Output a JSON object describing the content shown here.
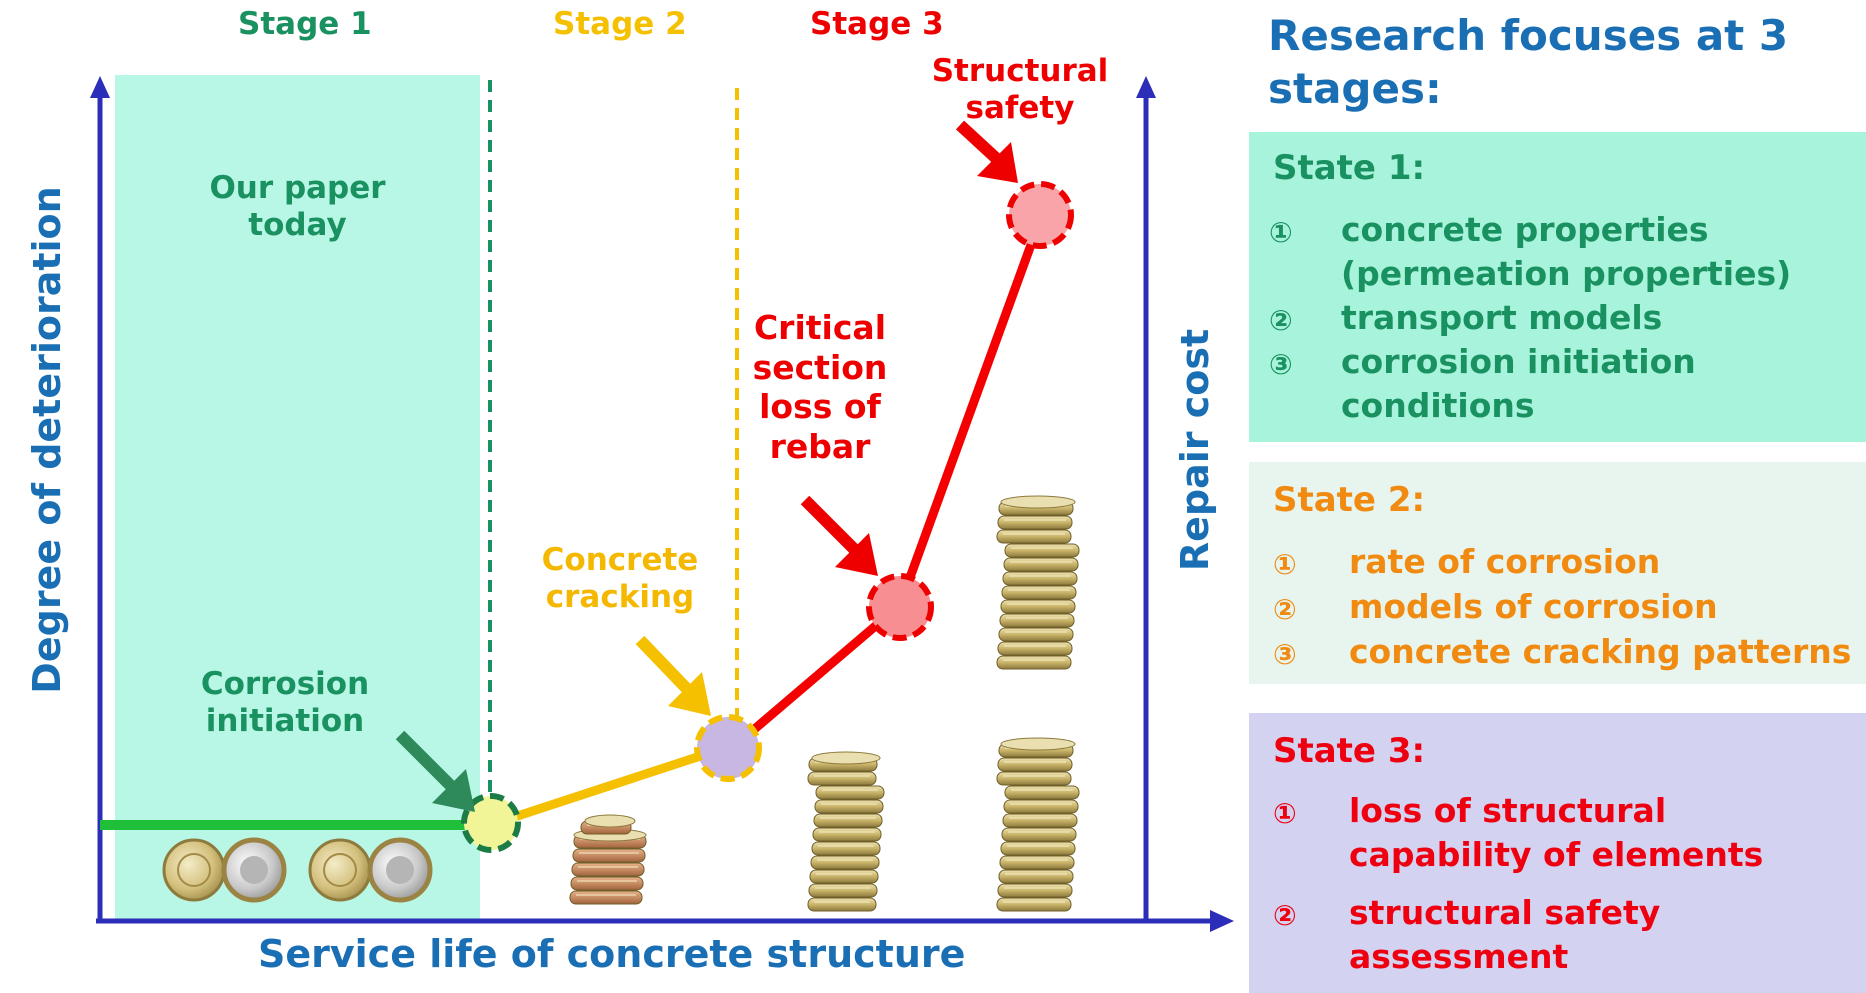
{
  "colors": {
    "axis": "#2c2db8",
    "stage1": "#1a9160",
    "stage2": "#f5c000",
    "stage3": "#ef0000",
    "stage1_fill": "#b8f7e6",
    "curve_green": "#1fbf3a",
    "curve_orange": "#f5c000",
    "curve_red": "#f40000",
    "title_blue": "#1a6fb4",
    "panel1_bg": "#a8f3dc",
    "panel2_bg": "#e8f5ee",
    "panel3_bg": "#d3d2f0",
    "state2_text": "#f08a10",
    "state3_text": "#ee0011"
  },
  "stages": [
    "Stage 1",
    "Stage 2",
    "Stage 3"
  ],
  "region1_label": [
    "Our paper",
    "today"
  ],
  "axes": {
    "x_label": "Service life of concrete structure",
    "y_left_label": "Degree of deterioration",
    "y_right_label": "Repair cost"
  },
  "milestones": {
    "corrosion_initiation": [
      "Corrosion",
      "initiation"
    ],
    "concrete_cracking": [
      "Concrete",
      "cracking"
    ],
    "critical_section": [
      "Critical",
      "section",
      "loss of",
      "rebar"
    ],
    "structural_safety": [
      "Structural",
      "safety"
    ]
  },
  "coin_icons": [
    "coin-pair-icon",
    "coin-pair-icon",
    "coin-stack-icon",
    "coin-stack-icon",
    "coin-stack-icon",
    "coin-stack-icon"
  ],
  "panel": {
    "title": [
      "Research focuses at 3",
      "stages:"
    ],
    "state1": {
      "title": "State 1:",
      "items": [
        {
          "num": "①",
          "lines": [
            "concrete properties",
            "(permeation properties)"
          ]
        },
        {
          "num": "②",
          "lines": [
            "transport models"
          ]
        },
        {
          "num": "③",
          "lines": [
            "corrosion initiation",
            "conditions"
          ]
        }
      ]
    },
    "state2": {
      "title": "State 2:",
      "items": [
        {
          "num": "①",
          "lines": [
            "rate of corrosion"
          ]
        },
        {
          "num": "②",
          "lines": [
            "models of corrosion"
          ]
        },
        {
          "num": "③",
          "lines": [
            "concrete cracking patterns"
          ]
        }
      ]
    },
    "state3": {
      "title": "State 3:",
      "items": [
        {
          "num": "①",
          "lines": [
            "loss of structural",
            "capability of elements"
          ]
        },
        {
          "num": "②",
          "lines": [
            "structural safety",
            "assessment"
          ]
        }
      ]
    }
  }
}
